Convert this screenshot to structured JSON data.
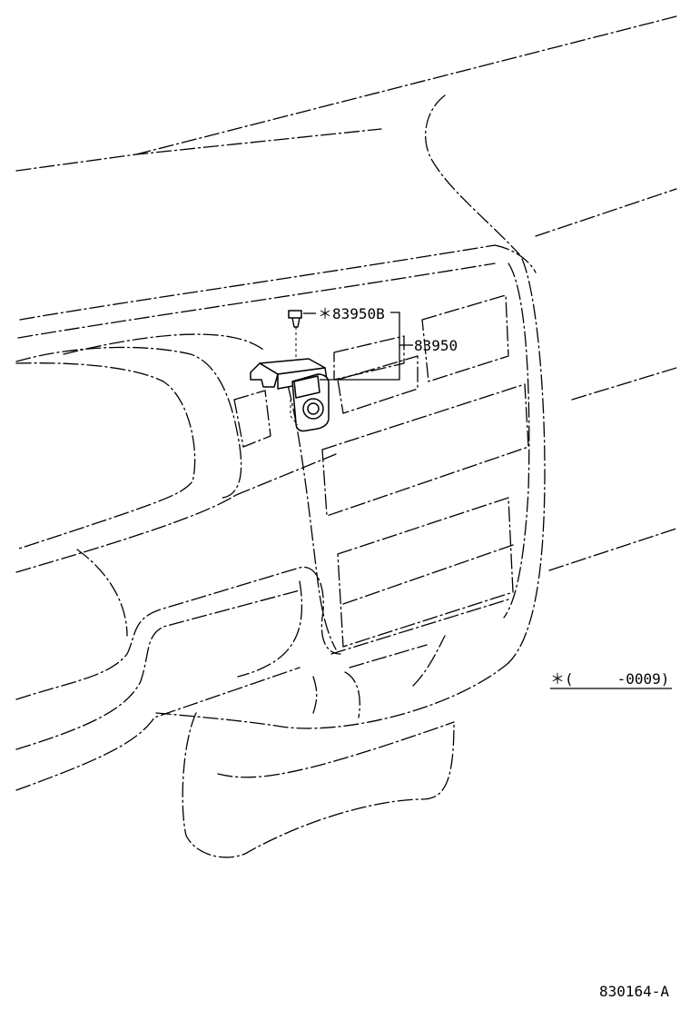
{
  "callouts": {
    "clip_part": "＊83950B",
    "switch_part": "83950"
  },
  "footnote": "＊(　　　-0009)",
  "figure_id": "830164-A"
}
